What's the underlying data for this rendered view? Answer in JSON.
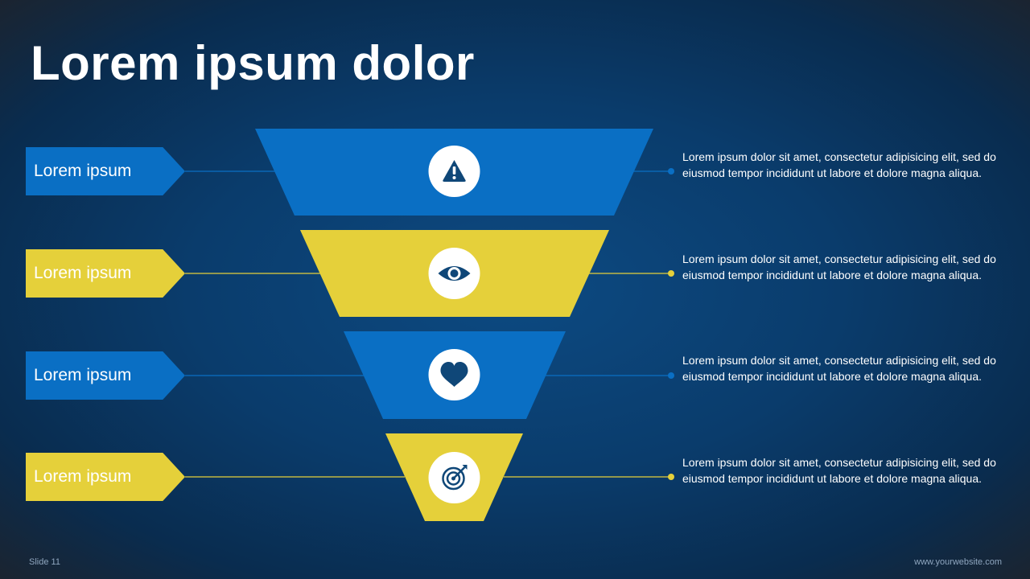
{
  "title": "Lorem ipsum dolor",
  "colors": {
    "blue": "#0a6fc4",
    "yellow": "#e5d03a",
    "white": "#ffffff",
    "icon_dark": "#0f4778"
  },
  "stages": [
    {
      "label": "Lorem ipsum",
      "icon": "warning-icon",
      "color": "blue",
      "description": "Lorem ipsum dolor sit amet, consectetur adipisicing elit, sed do eiusmod tempor incididunt ut labore et dolore magna aliqua."
    },
    {
      "label": "Lorem ipsum",
      "icon": "eye-icon",
      "color": "yellow",
      "description": "Lorem ipsum dolor sit amet, consectetur adipisicing elit, sed do eiusmod tempor incididunt ut labore et dolore magna aliqua."
    },
    {
      "label": "Lorem ipsum",
      "icon": "heart-icon",
      "color": "blue",
      "description": "Lorem ipsum dolor sit amet, consectetur adipisicing elit, sed do eiusmod tempor incididunt ut labore et dolore magna aliqua."
    },
    {
      "label": "Lorem ipsum",
      "icon": "target-icon",
      "color": "yellow",
      "description": "Lorem ipsum dolor sit amet, consectetur adipisicing elit, sed do eiusmod tempor incididunt ut labore et dolore magna aliqua."
    }
  ],
  "footer": {
    "slide": "Slide 11",
    "website": "www.yourwebsite.com"
  }
}
